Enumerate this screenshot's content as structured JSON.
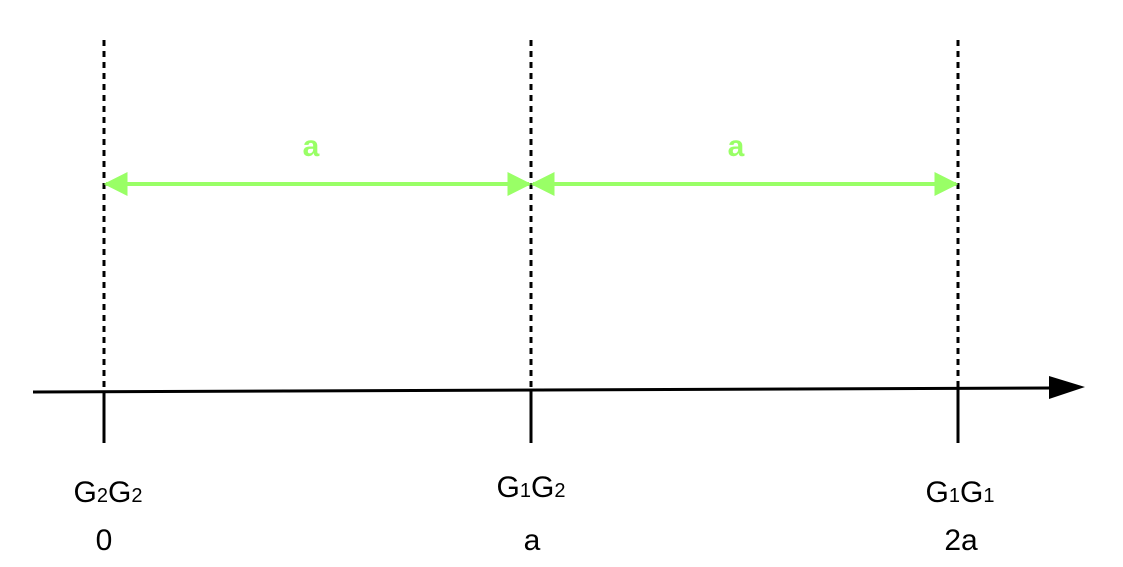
{
  "colors": {
    "axis": "#000000",
    "dimension": "#99ff66",
    "background": "#ffffff"
  },
  "spans": [
    {
      "label": "a"
    },
    {
      "label": "a"
    }
  ],
  "points": [
    {
      "g1": "G",
      "s1": "2",
      "g2": "G",
      "s2": "2",
      "position": "0"
    },
    {
      "g1": "G",
      "s1": "1",
      "g2": "G",
      "s2": "2",
      "position": "a"
    },
    {
      "g1": "G",
      "s1": "1",
      "g2": "G",
      "s2": "1",
      "position": "2a"
    }
  ]
}
